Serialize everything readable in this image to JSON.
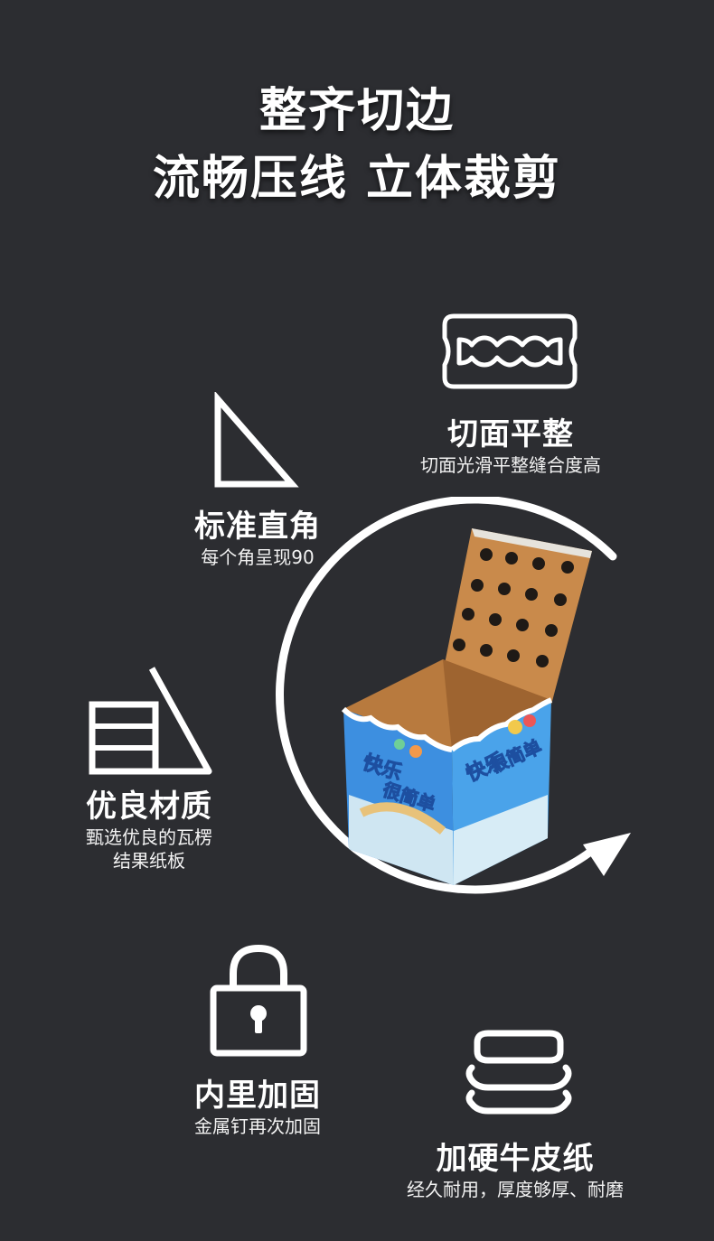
{
  "headline": {
    "line1": "整齐切边",
    "line2": "流畅压线 立体裁剪"
  },
  "features": {
    "flat_cut": {
      "title": "切面平整",
      "subtitle": "切面光滑平整缝合度高",
      "icon": "razor-blade-icon"
    },
    "right_angle": {
      "title": "标准直角",
      "subtitle": "每个角呈现90",
      "icon": "right-triangle-icon"
    },
    "material": {
      "title": "优良材质",
      "subtitle_line1": "甄选优良的瓦楞",
      "subtitle_line2": "结果纸板",
      "icon": "triangle-layers-icon"
    },
    "reinforce": {
      "title": "内里加固",
      "subtitle": "金属钉再次加固",
      "icon": "padlock-icon"
    },
    "kraft": {
      "title": "加硬牛皮纸",
      "subtitle": "经久耐用，厚度够厚、耐磨",
      "icon": "stacked-layers-icon"
    }
  },
  "product": {
    "box_text_1": "快乐",
    "box_text_2": "很简单",
    "icon": "product-box-image"
  },
  "colors": {
    "background": "#2c2d31",
    "foreground": "#ffffff",
    "kraft": "#c98a4b",
    "box_blue": "#3d8fe0"
  }
}
